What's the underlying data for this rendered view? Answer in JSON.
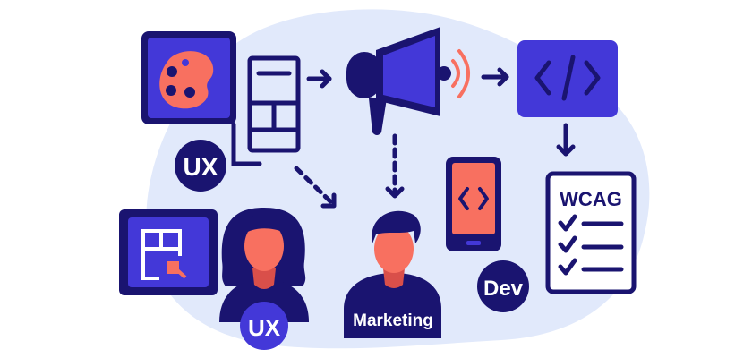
{
  "labels": {
    "ux_top": "UX",
    "ux_bottom": "UX",
    "marketing": "Marketing",
    "dev": "Dev",
    "wcag": "WCAG"
  },
  "icons": [
    "palette-icon",
    "wireframe-icon",
    "megaphone-icon",
    "code-icon",
    "wcag-checklist-icon",
    "mobile-code-icon",
    "layout-editor-icon",
    "ux-designer-avatar",
    "marketing-person-avatar"
  ],
  "colors": {
    "navy": "#1a1470",
    "blue": "#4338d8",
    "coral": "#f87060",
    "background_blob": "#e1e9fb"
  }
}
